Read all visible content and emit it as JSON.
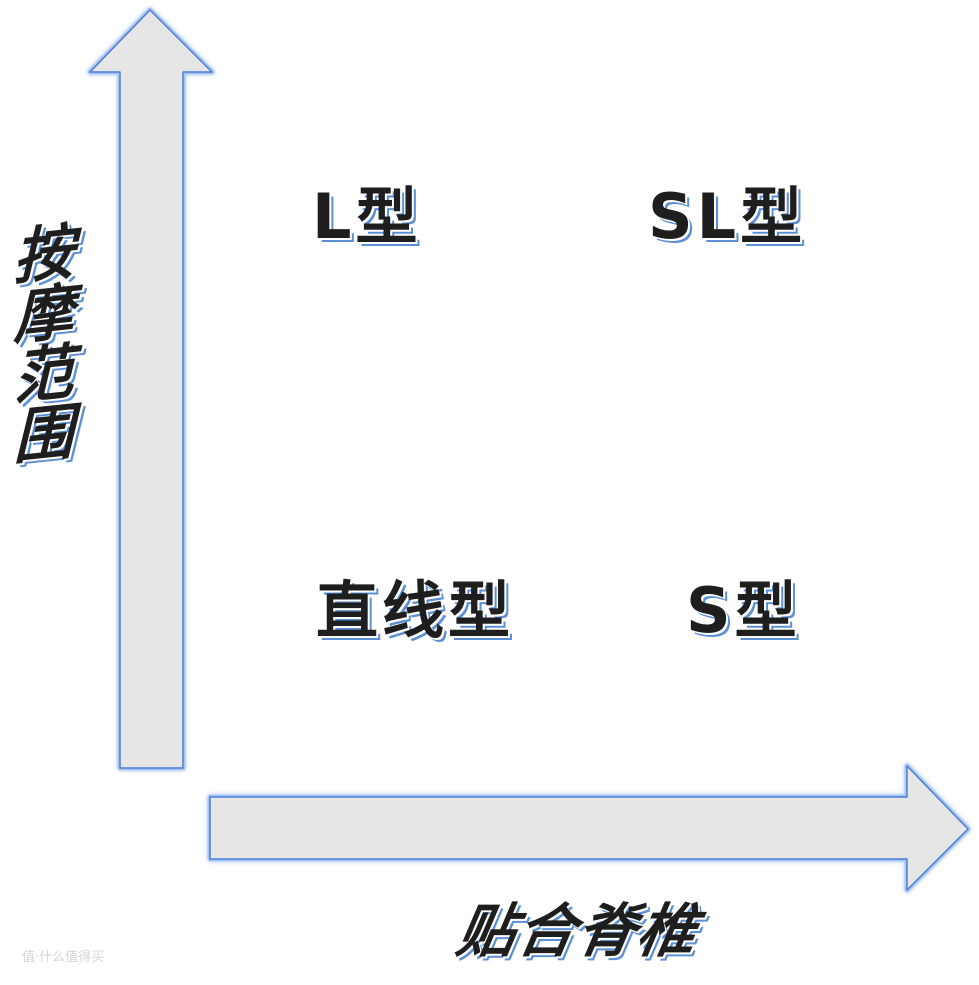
{
  "diagram": {
    "y_axis": {
      "label": "按摩范围"
    },
    "x_axis": {
      "label": "贴合脊椎"
    },
    "quadrants": {
      "top_left": "L型",
      "top_right": "SL型",
      "bottom_left": "直线型",
      "bottom_right": "S型"
    },
    "watermark": "值·什么值得买"
  },
  "colors": {
    "arrow_fill": "#e6e6e6",
    "arrow_stroke": "#4a7fd4",
    "arrow_glow": "#a9c6f0",
    "text": "#1e1e1e",
    "text_shadow": "#5b8fd6"
  }
}
